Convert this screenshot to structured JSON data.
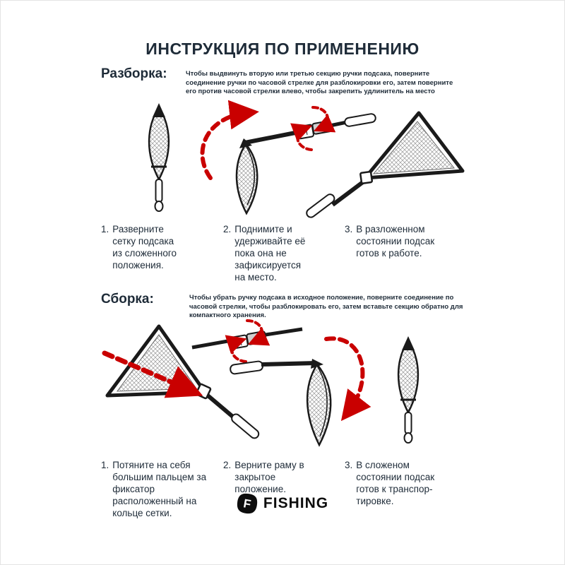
{
  "page": {
    "title": "ИНСТРУКЦИЯ ПО ПРИМЕНЕНИЮ"
  },
  "sections": [
    {
      "heading": "Разборка:",
      "intro": "Чтобы выдвинуть вторую или третью секцию ручки подсака, поверните соединение ручки по часовой стрелке для разблокировки его, затем поверните его против часовой стрелки влево, чтобы закрепить удлинитель на место",
      "steps": [
        {
          "num": "1.",
          "text": "Разверните сетку подсака из сложенного положения."
        },
        {
          "num": "2.",
          "text": "Поднимите и удерживайте её пока она не зафиксируется на место."
        },
        {
          "num": "3.",
          "text": "В разложенном состоянии подсак готов к работе."
        }
      ]
    },
    {
      "heading": "Сборка:",
      "intro": "Чтобы убрать ручку подсака в исходное положение, поверните соединение по часовой стрелки, чтобы разблокировать его, затем вставьте секцию обратно для компактного хранения.",
      "steps": [
        {
          "num": "1.",
          "text": "Потяните на себя большим пальцем за фиксатор расположенный на кольце сетки."
        },
        {
          "num": "2.",
          "text": "Верните раму в закрытое положение."
        },
        {
          "num": "3.",
          "text": "В сложеном состоянии подсак готов к транспор-тировке."
        }
      ]
    }
  ],
  "logo": {
    "text": "FISHING"
  },
  "colors": {
    "text": "#1e2b38",
    "accent_red": "#c90000",
    "line": "#1a1a1a"
  }
}
